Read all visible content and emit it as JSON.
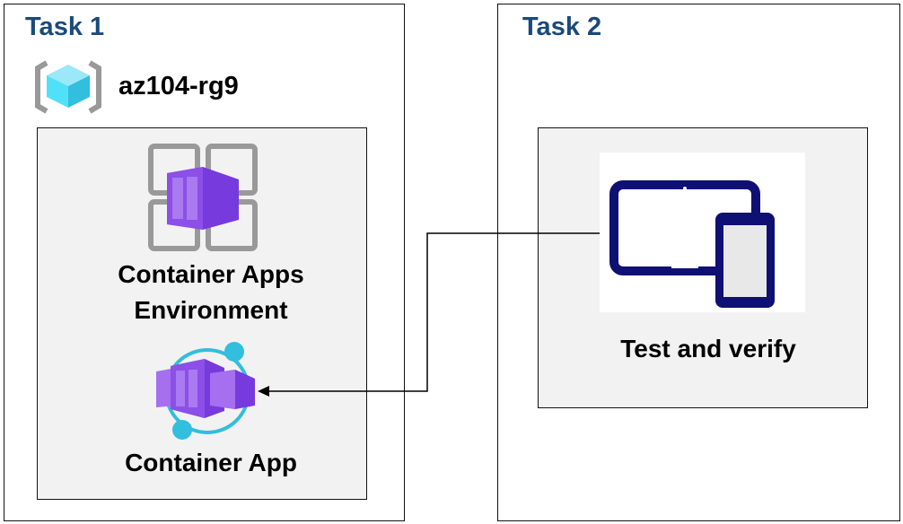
{
  "task1": {
    "title": "Task 1",
    "resource_group": "az104-rg9",
    "environment_label_line1": "Container Apps",
    "environment_label_line2": "Environment",
    "app_label": "Container App"
  },
  "task2": {
    "title": "Task 2",
    "verify_label": "Test and verify"
  },
  "colors": {
    "task_title": "#1a4a7a",
    "panel_fill": "#f2f2f2",
    "container_purple": "#773adc",
    "accent_cyan": "#32bedd",
    "device_navy": "#0f1074"
  }
}
